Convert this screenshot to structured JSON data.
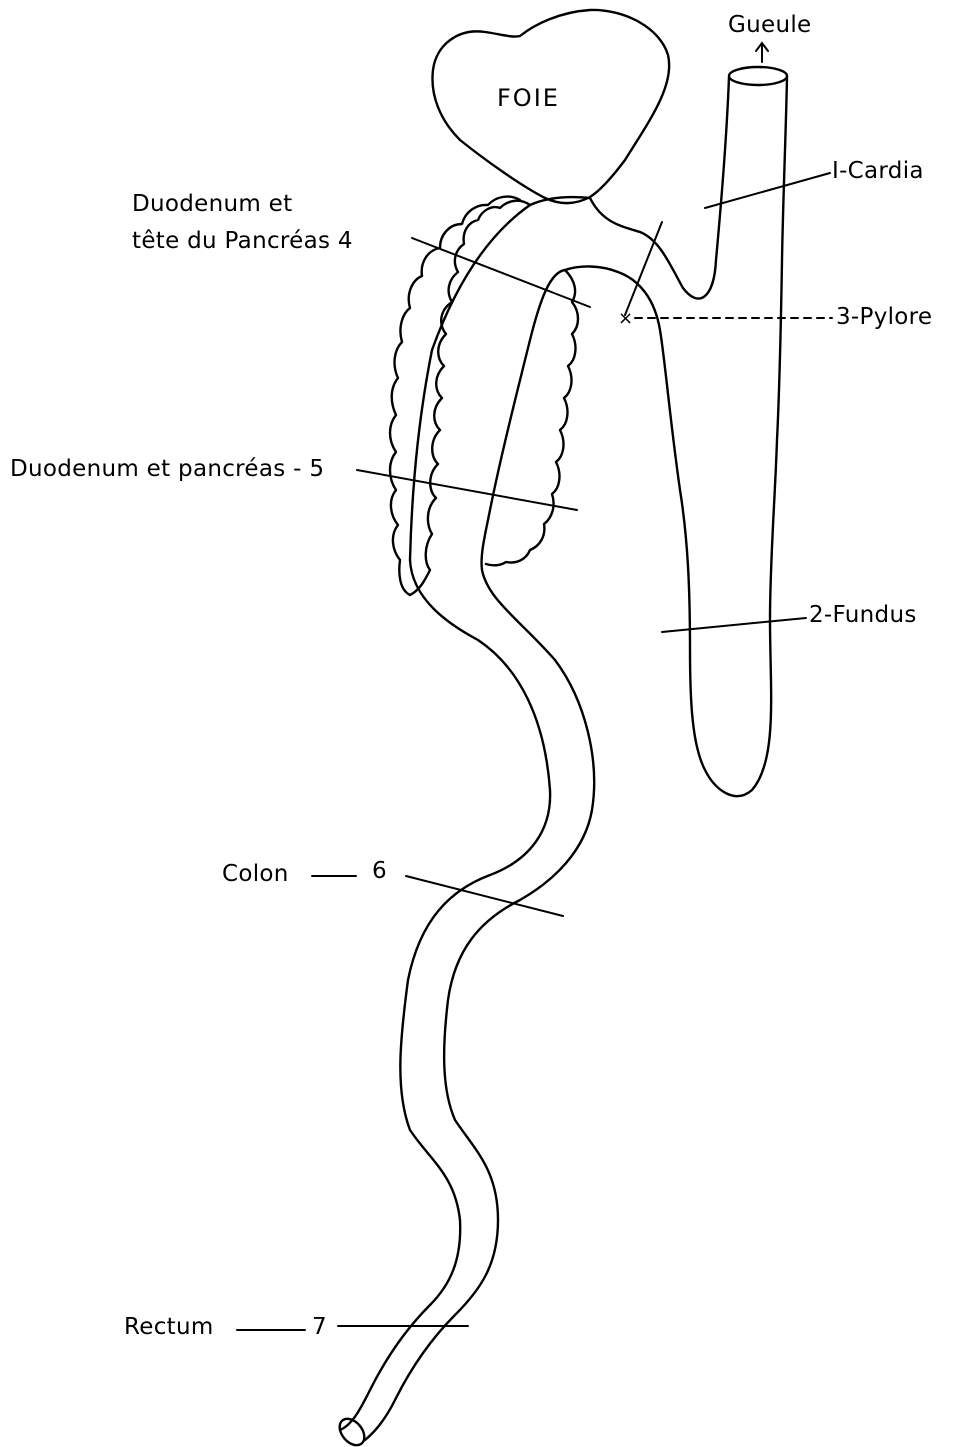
{
  "diagram": {
    "labels": {
      "foie": "FOIE",
      "gueule": "Gueule",
      "cardia": "I-Cardia",
      "duodenum_tete_line1": "Duodenum et",
      "duodenum_tete_line2": "tête du Pancréas 4",
      "pylore": "3-Pylore",
      "duodenum_pancreas": "Duodenum et pancréas - 5",
      "fundus": "2-Fundus",
      "colon": "Colon",
      "colon_num": "6",
      "rectum": "Rectum",
      "rectum_num": "7"
    },
    "colors": {
      "stroke": "#000000",
      "background": "#ffffff"
    }
  }
}
